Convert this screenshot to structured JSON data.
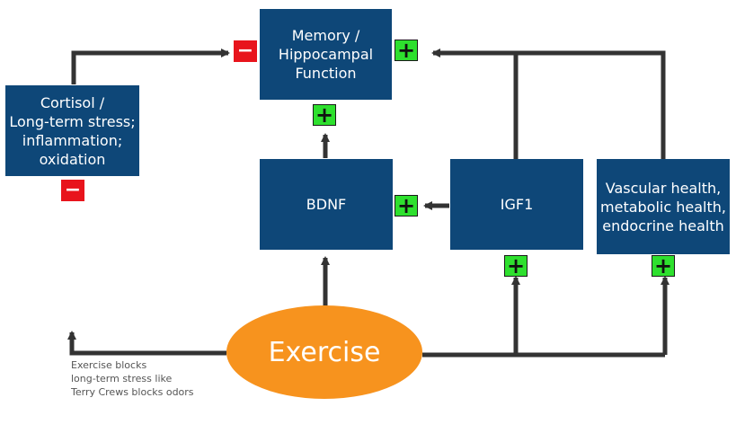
{
  "colors": {
    "box_fill": "#0e4778",
    "arrow": "#333333",
    "plus_badge": "#2ee02e",
    "minus_badge": "#e8141c",
    "exercise_fill": "#f7931e"
  },
  "nodes": {
    "memory": {
      "lines": [
        "Memory /",
        "Hippocampal",
        "Function"
      ]
    },
    "cortisol": {
      "lines": [
        "Cortisol /",
        "Long-term stress;",
        "inflammation;",
        "oxidation"
      ]
    },
    "bdnf": {
      "label": "BDNF"
    },
    "igf1": {
      "label": "IGF1"
    },
    "vascular": {
      "lines": [
        "Vascular health,",
        "metabolic health,",
        "endocrine health"
      ]
    },
    "exercise": {
      "label": "Exercise"
    }
  },
  "badges": {
    "plus": "+",
    "minus": "−"
  },
  "note": {
    "lines": [
      "Exercise blocks",
      "long-term stress like",
      "Terry Crews blocks odors"
    ]
  }
}
